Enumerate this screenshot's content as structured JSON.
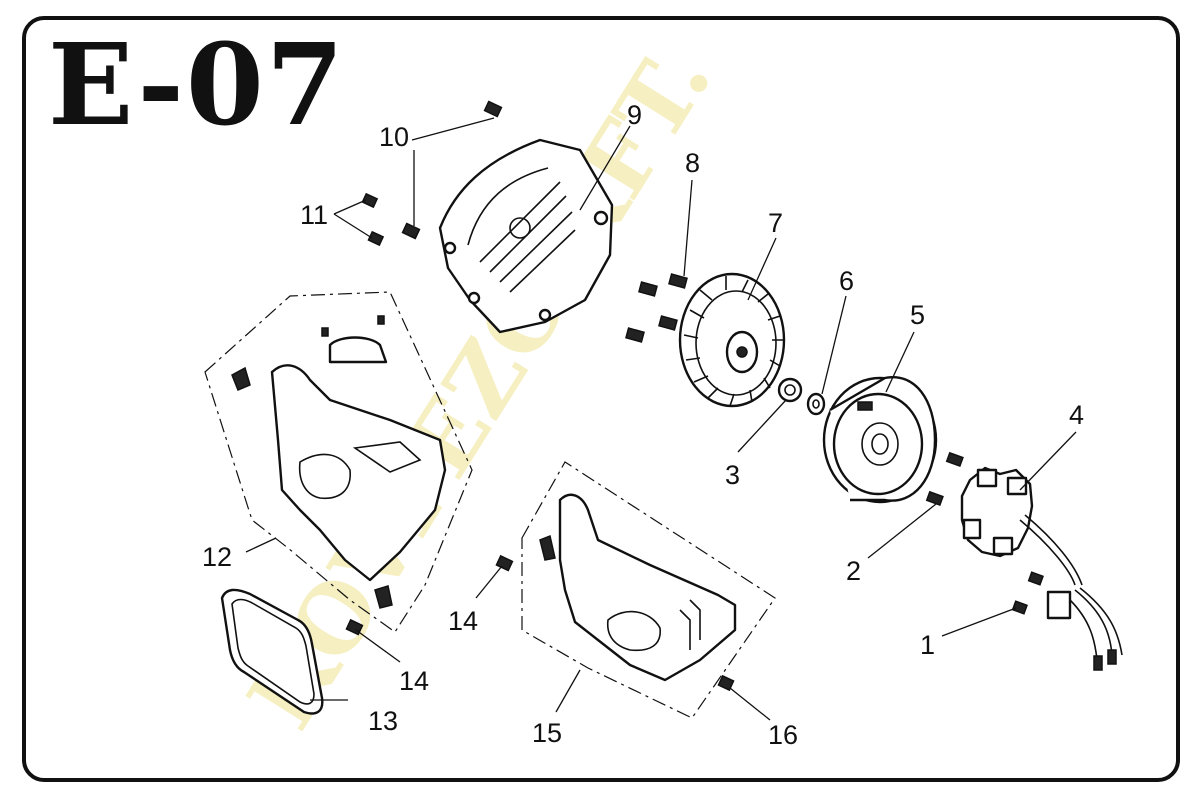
{
  "diagram": {
    "code": "E-07",
    "watermark": "KOVPEZO KFT.",
    "callouts": {
      "c1": "1",
      "c2": "2",
      "c3": "3",
      "c4": "4",
      "c5": "5",
      "c6": "6",
      "c7": "7",
      "c8": "8",
      "c9": "9",
      "c10": "10",
      "c11": "11",
      "c12": "12",
      "c13": "13",
      "c14a": "14",
      "c14b": "14",
      "c15": "15",
      "c16": "16"
    }
  }
}
